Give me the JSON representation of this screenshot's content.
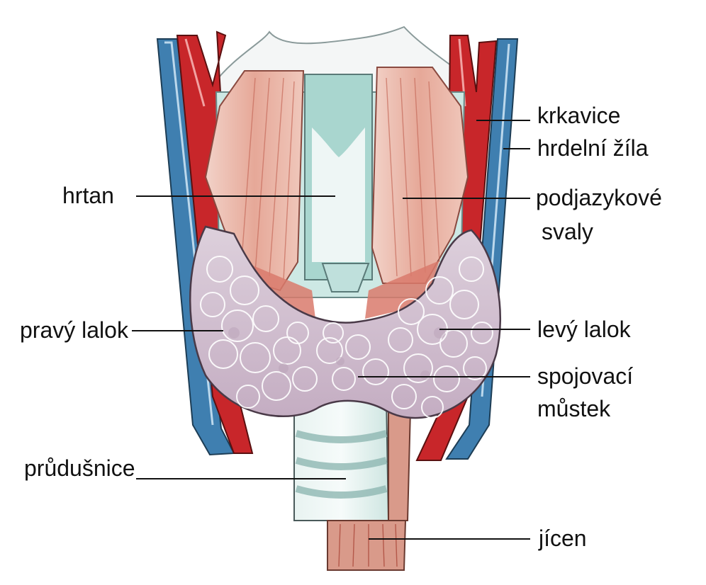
{
  "labels": {
    "krkavice": "krkavice",
    "hrdelni_zila": "hrdelní žíla",
    "hrtan": "hrtan",
    "podjazykove_1": "podjazykové",
    "podjazykove_2": "svaly",
    "pravy_lalok": "pravý lalok",
    "levy_lalok": "levý lalok",
    "spojovaci_1": "spojovací",
    "spojovaci_2": "můstek",
    "prudusnice": "průdušnice",
    "jicen": "jícen"
  },
  "colors": {
    "artery": "#c8262a",
    "vein": "#3f7fb0",
    "muscle": "#e0a090",
    "gland": "#cdb8c8",
    "cartilage": "#bfe0dc",
    "leader": "#111111"
  }
}
